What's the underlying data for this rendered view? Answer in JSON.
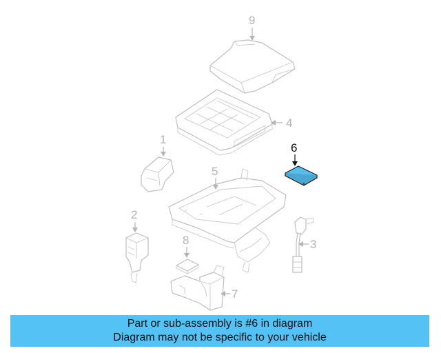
{
  "diagram": {
    "highlight_color": "#5bbcea",
    "callouts": [
      {
        "id": "9",
        "label": "9",
        "highlighted": false
      },
      {
        "id": "4",
        "label": "4",
        "highlighted": false
      },
      {
        "id": "1",
        "label": "1",
        "highlighted": false
      },
      {
        "id": "6",
        "label": "6",
        "highlighted": true
      },
      {
        "id": "5",
        "label": "5",
        "highlighted": false
      },
      {
        "id": "2",
        "label": "2",
        "highlighted": false
      },
      {
        "id": "3",
        "label": "3",
        "highlighted": false
      },
      {
        "id": "8",
        "label": "8",
        "highlighted": false
      },
      {
        "id": "7",
        "label": "7",
        "highlighted": false
      }
    ]
  },
  "banner": {
    "background": "#55c2f5",
    "line1": "Part or sub-assembly is #6 in diagram",
    "line2": "Diagram may not be specific to your vehicle"
  }
}
